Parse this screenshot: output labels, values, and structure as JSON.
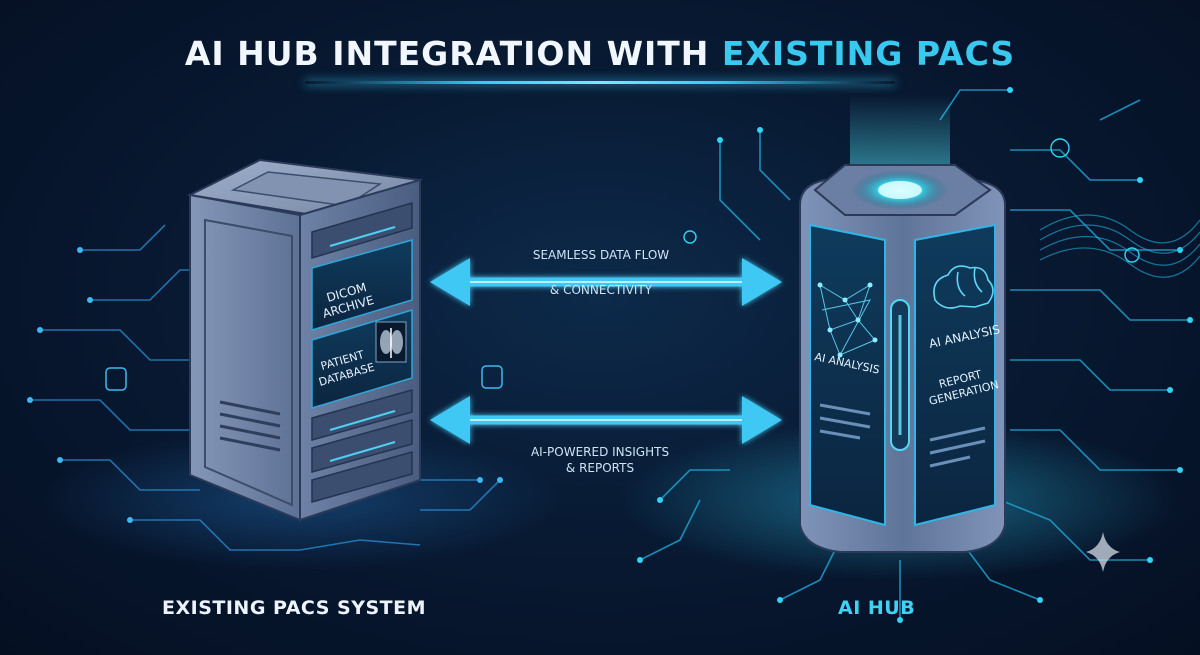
{
  "header": {
    "title_main": "AI HUB INTEGRATION WITH ",
    "title_accent": "EXISTING PACS"
  },
  "flows": {
    "top_line1": "SEAMLESS DATA FLOW",
    "top_line2": "& CONNECTIVITY",
    "bottom_line1": "AI-POWERED INSIGHTS",
    "bottom_line2": "& REPORTS"
  },
  "pacs": {
    "panel1_line1": "DICOM",
    "panel1_line2": "ARCHIVE",
    "panel2_line1": "PATIENT",
    "panel2_line2": "DATABASE",
    "caption": "EXISTING PACS SYSTEM"
  },
  "hub": {
    "left_panel_label": "AI ANALYSIS",
    "right_panel_label1": "AI ANALYSIS",
    "right_panel_label2_line1": "REPORT",
    "right_panel_label2_line2": "GENERATION",
    "caption": "AI HUB"
  },
  "colors": {
    "accent": "#39c9f0",
    "background": "#081a33",
    "server_body": "#5a6f93"
  },
  "icons": [
    "brain-icon",
    "neural-network-icon",
    "xray-chest-icon",
    "sparkle-icon",
    "circuit-node-icon"
  ]
}
